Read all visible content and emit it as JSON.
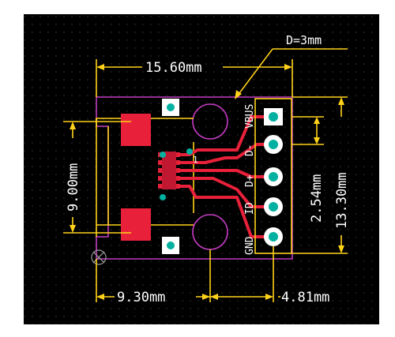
{
  "dimensions": {
    "hole_diameter": "D=3mm",
    "board_width": "15.60mm",
    "board_height": "13.30mm",
    "pad_spacing": "9.00mm",
    "pin_pitch": "2.54mm",
    "left_offset": "9.30mm",
    "right_offset": "4.81mm"
  },
  "pins": {
    "vbus": "VBUS",
    "dminus": "D-",
    "dplus": "D+",
    "id": "ID",
    "gnd": "GND"
  },
  "pin1_marker": "1",
  "colors": {
    "background": "#000000",
    "copper": "#e8203a",
    "silkscreen": "#ffd21a",
    "outline": "#c33cc3",
    "via": "#00b0a0",
    "pad_white": "#ffffff"
  }
}
